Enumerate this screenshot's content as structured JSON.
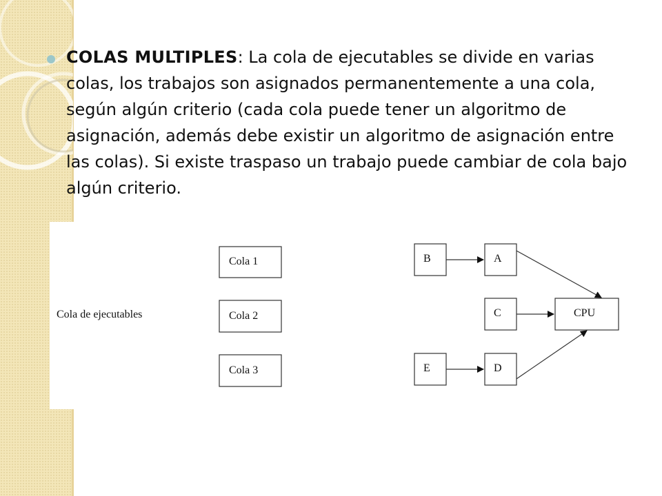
{
  "slide": {
    "bullet_keyword": "COLAS MULTIPLES",
    "bullet_text": ": La cola de ejecutables se divide en varias colas, los trabajos son asignados permanentemente a una cola, según algún criterio (cada cola puede tener un algoritmo de asignación, además debe existir un algoritmo de asignación entre las colas). Si existe traspaso un trabajo puede cambiar de cola bajo algún criterio."
  },
  "diagram": {
    "left_label": "Cola de ejecutables",
    "queues": [
      "Cola 1",
      "Cola 2",
      "Cola 3"
    ],
    "nodes": {
      "b": "B",
      "a": "A",
      "c": "C",
      "e": "E",
      "d": "D",
      "cpu": "CPU"
    },
    "edges": [
      {
        "from": "B",
        "to": "A"
      },
      {
        "from": "A",
        "to": "CPU"
      },
      {
        "from": "C",
        "to": "CPU"
      },
      {
        "from": "E",
        "to": "D"
      },
      {
        "from": "D",
        "to": "CPU"
      }
    ]
  },
  "theme": {
    "band_color": "#f3e6b8",
    "bullet_color": "#9cc7c9"
  }
}
